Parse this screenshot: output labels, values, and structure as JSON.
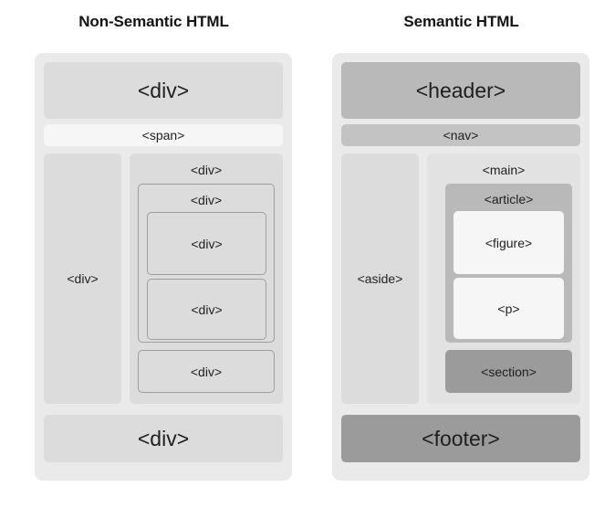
{
  "diagram": {
    "title_left": "Non-Semantic HTML",
    "title_right": "Semantic HTML",
    "colors": {
      "background": "#ffffff",
      "card": "#eaeaea",
      "light": "#dcdcdc",
      "lighter": "#e2e2e2",
      "white_box": "#f6f6f6",
      "mid": "#b9b9b9",
      "mid_low": "#c3c3c3",
      "dark": "#9b9b9b",
      "outline": "#9e9e9e",
      "text": "#1f1f1f"
    }
  },
  "left_panel": {
    "title": "Non-Semantic HTML",
    "header_box": "<div>",
    "span_box": "<span>",
    "aside_column": "<div>",
    "main_column": "<div>",
    "nested_level_1": "<div>",
    "nested_level_2a": "<div>",
    "nested_level_2b": "<div>",
    "sibling_box": "<div>",
    "footer_box": "<div>"
  },
  "right_panel": {
    "title": "Semantic HTML",
    "header_box": "<header>",
    "nav_box": "<nav>",
    "aside_column": "<aside>",
    "main_column": "<main>",
    "article_box": "<article>",
    "figure_box": "<figure>",
    "paragraph_box": "<p>",
    "section_box": "<section>",
    "footer_box": "<footer>"
  }
}
